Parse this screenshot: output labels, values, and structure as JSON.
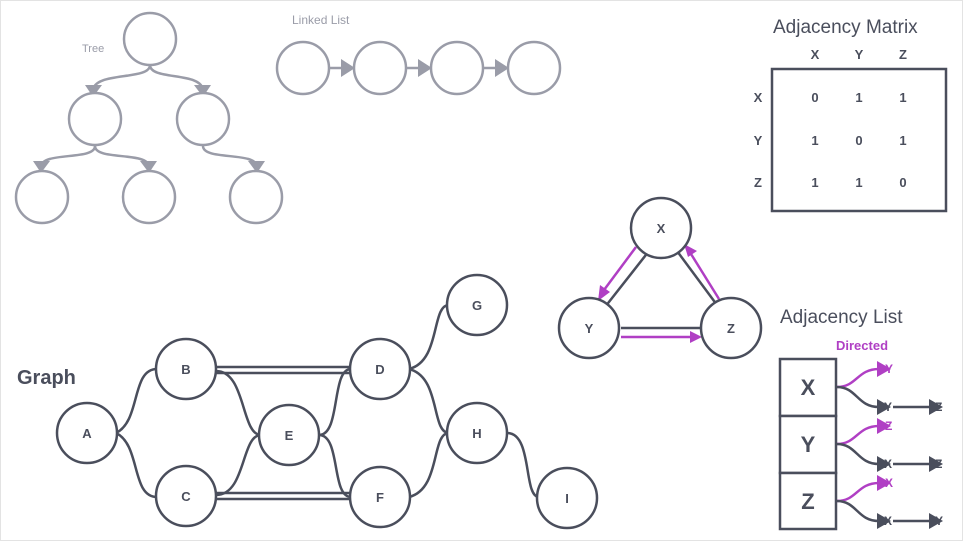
{
  "tree": {
    "label": "Tree"
  },
  "linked_list": {
    "label": "Linked List"
  },
  "matrix": {
    "title": "Adjacency Matrix",
    "col_headers": [
      "X",
      "Y",
      "Z"
    ],
    "row_headers": [
      "X",
      "Y",
      "Z"
    ],
    "rows": [
      [
        "0",
        "1",
        "1"
      ],
      [
        "1",
        "0",
        "1"
      ],
      [
        "1",
        "1",
        "0"
      ]
    ]
  },
  "triangle": {
    "nodes": [
      "X",
      "Y",
      "Z"
    ]
  },
  "graph": {
    "title": "Graph",
    "nodes": [
      "A",
      "B",
      "C",
      "D",
      "E",
      "F",
      "G",
      "H",
      "I"
    ]
  },
  "adj_list": {
    "title": "Adjacency List",
    "legend": "Directed",
    "rows": [
      {
        "key": "X",
        "directed": "Y",
        "list": [
          "Y",
          "Z"
        ]
      },
      {
        "key": "Y",
        "directed": "Z",
        "list": [
          "X",
          "Z"
        ]
      },
      {
        "key": "Z",
        "directed": "X",
        "list": [
          "X",
          "Y"
        ]
      }
    ]
  },
  "colors": {
    "light": "#9a9ca8",
    "dark": "#4a4e5c",
    "accent": "#b03fc4"
  }
}
